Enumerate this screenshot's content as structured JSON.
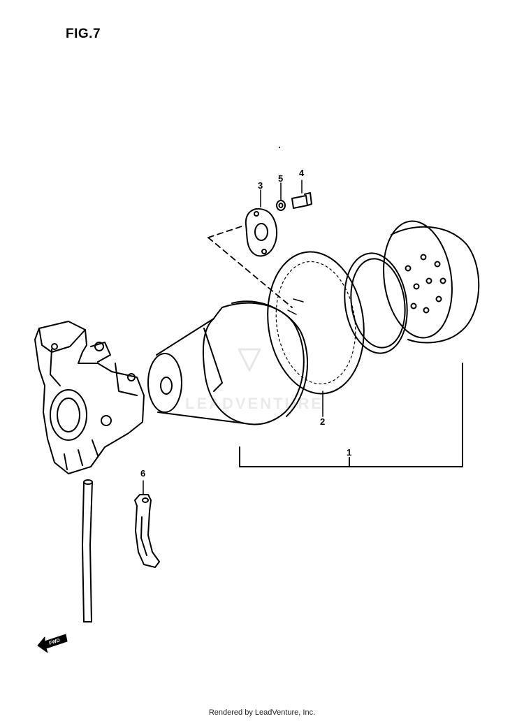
{
  "figure": {
    "title": "FIG.7"
  },
  "callouts": {
    "c1": "1",
    "c2": "2",
    "c3": "3",
    "c4": "4",
    "c5": "5",
    "c6": "6"
  },
  "watermark": {
    "text": "LEADVENTURE",
    "color": "#d9d9d9"
  },
  "fwd_arrow": {
    "label": "FWD"
  },
  "footer": {
    "text": "Rendered by LeadVenture, Inc."
  },
  "colors": {
    "line": "#000000",
    "background": "#ffffff"
  }
}
